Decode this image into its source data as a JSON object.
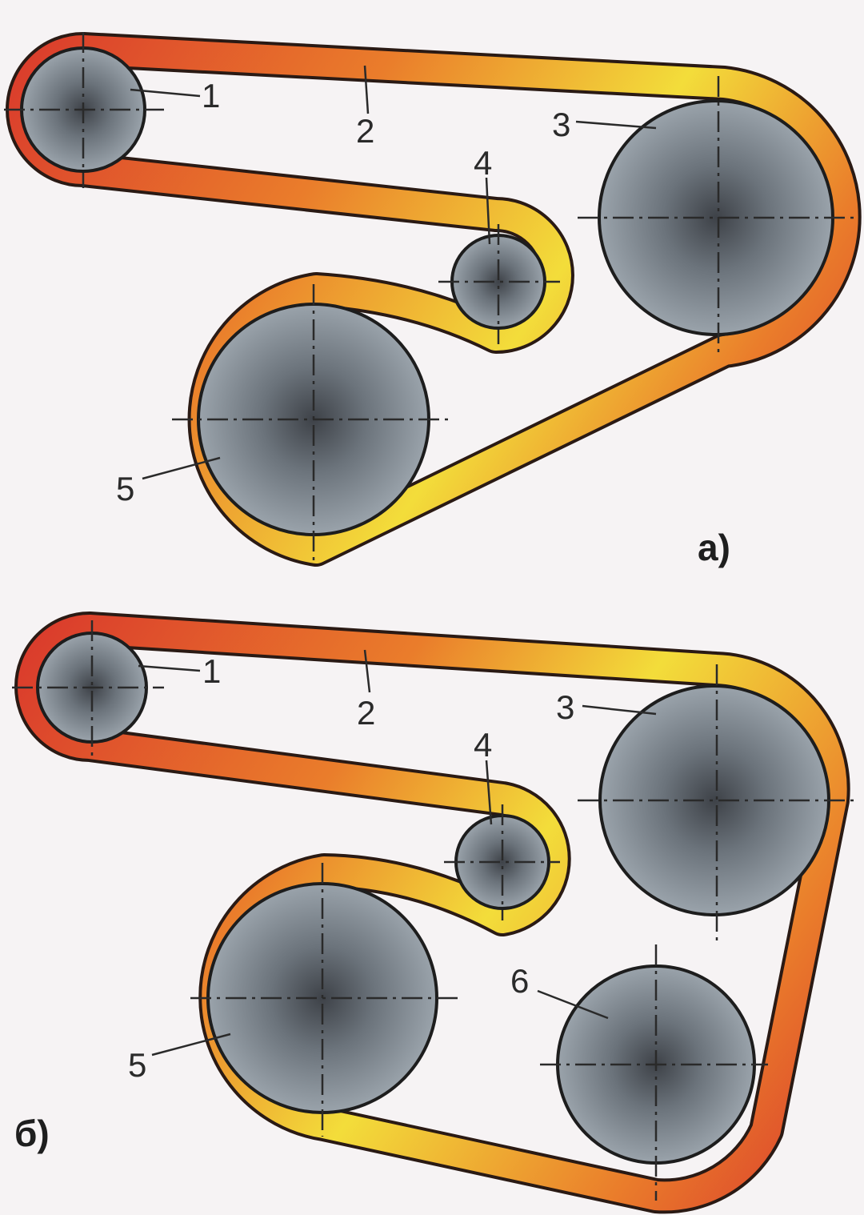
{
  "colors": {
    "belt_red": "#d8332c",
    "belt_orange": "#ea7d2b",
    "belt_yellow": "#f3dd3a",
    "pulley_center": "#3e4248",
    "pulley_edge": "#9aa3ab",
    "background": "#f6f3f4"
  },
  "diagram_a": {
    "tag": "а)",
    "labels": {
      "p1": "1",
      "belt": "2",
      "p3": "3",
      "p4": "4",
      "p5": "5"
    }
  },
  "diagram_b": {
    "tag": "б)",
    "labels": {
      "p1": "1",
      "belt": "2",
      "p3": "3",
      "p4": "4",
      "p5": "5",
      "p6": "6"
    }
  }
}
